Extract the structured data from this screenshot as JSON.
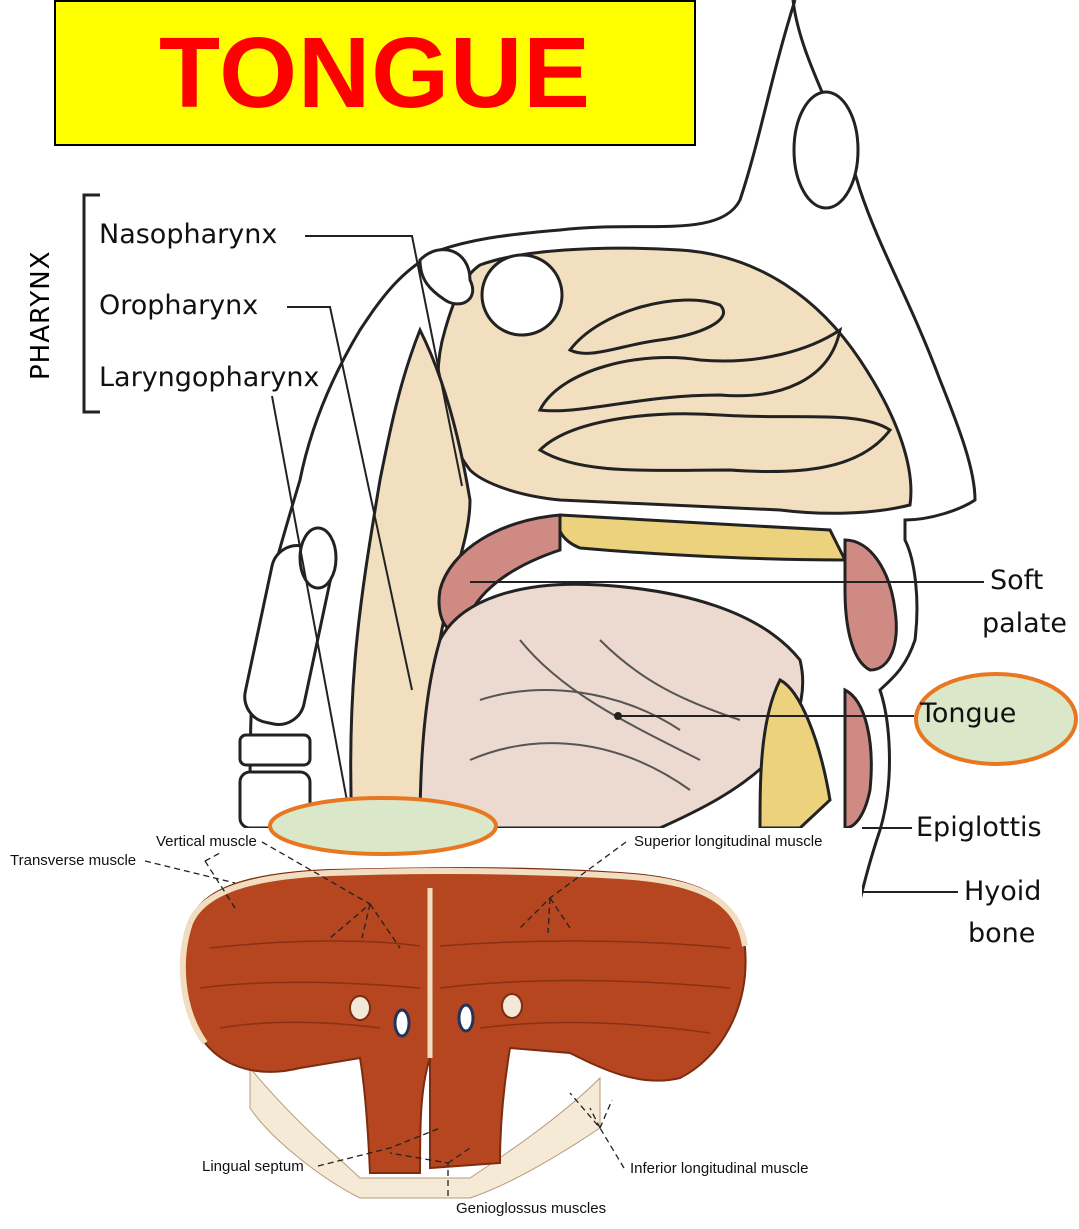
{
  "title": "TONGUE",
  "group_label": "PHARYNX",
  "pharynx_parts": [
    "Nasopharynx",
    "Oropharynx",
    "Laryngopharynx"
  ],
  "right_labels": {
    "soft_palate": [
      "Soft",
      "palate"
    ],
    "tongue": "Tongue",
    "epiglottis": "Epiglottis",
    "hyoid": [
      "Hyoid",
      "bone"
    ]
  },
  "inset_labels": {
    "vertical": "Vertical muscle",
    "superior": "Superior longitudinal muscle",
    "transverse": "Transverse muscle",
    "inferior": "Inferior longitudinal muscle",
    "septum": "Lingual septum",
    "genioglossus": "Genioglossus muscles"
  },
  "colors": {
    "title_bg": "#ffff00",
    "title_text": "#ff0000",
    "highlight_ring": "#e87722",
    "highlight_fill": "#dbe7c9",
    "tissue": "#f1dfbf",
    "tongue": "#ecd9cf",
    "muscle": "#b5461f",
    "bone_yellow": "#ecd27c",
    "mucosa_pink": "#cf8a84"
  }
}
